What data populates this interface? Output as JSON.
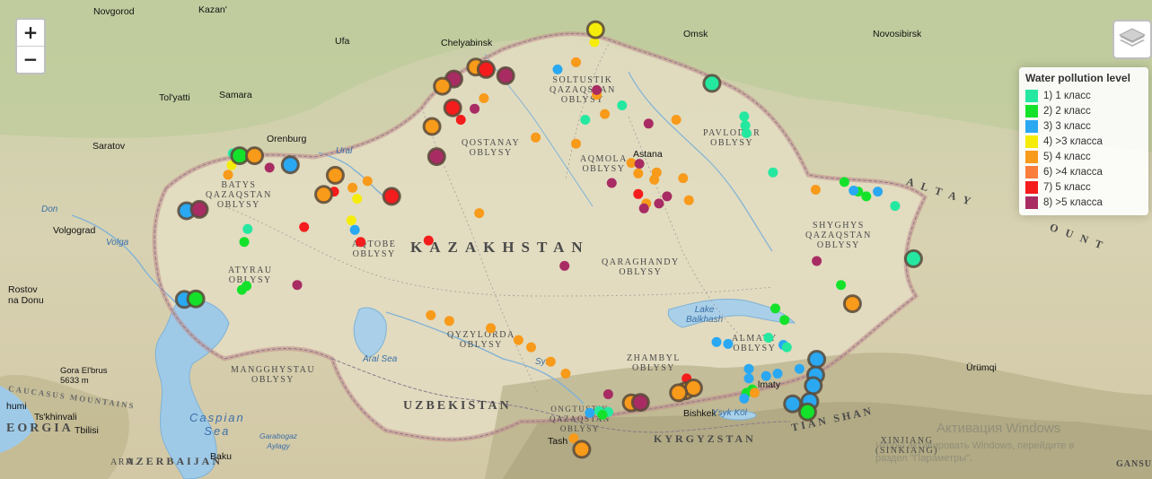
{
  "zoom": {
    "in_label": "+",
    "out_label": "−"
  },
  "legend": {
    "title": "Water pollution level",
    "items": [
      {
        "label": "1) 1 класс",
        "color": "#25e8a0"
      },
      {
        "label": "2) 2 класс",
        "color": "#14e22a"
      },
      {
        "label": "3) 3 класс",
        "color": "#2aa8f2"
      },
      {
        "label": "4) >3 класса",
        "color": "#f5ec0a"
      },
      {
        "label": "5) 4 класс",
        "color": "#f89a1a"
      },
      {
        "label": "6) >4 класса",
        "color": "#fa7d3c"
      },
      {
        "label": "7) 5 класс",
        "color": "#f41c1c"
      },
      {
        "label": "8) >5 класса",
        "color": "#a82c63"
      }
    ]
  },
  "labels": {
    "cities": {
      "novgorod": "Novgorod",
      "kazan": "Kazan'",
      "ufa": "Ufa",
      "chelyabinsk": "Chelyabinsk",
      "omsk": "Omsk",
      "novosibirsk": "Novosibirsk",
      "tolyatti": "Tol'yatti",
      "samara": "Samara",
      "saratov": "Saratov",
      "orenburg": "Orenburg",
      "volgograd": "Volgograd",
      "rostov": "Rostov\nna Donu",
      "astana": "Astana",
      "bishkek": "Bishkek",
      "urumqi": "Ürümqi",
      "tashkent": "Tash",
      "baku": "Baku",
      "tbilisi": "Tbilisi",
      "tskhinvali": "Ts'khinvali",
      "sukhumi": "humi",
      "elbrus": "Gora El'brus\n5633 m",
      "almaty": "lmaty"
    },
    "regions": {
      "soltustik": "SOLTUSTIK\nQAZAQSTAN\nOBLYSY",
      "qostanay": "QOSTANAY\nOBLYSY",
      "aqmola": "AQMOLA\nOBLYSY",
      "pavlodar": "PAVLODAR\nOBLYSY",
      "batys": "BATYS\nQAZAQSTAN\nOBLYSY",
      "aqtobe": "AQTOBE\nOBLYSY",
      "atyrau": "ATYRAU\nOBLYSY",
      "qaraghandy": "QARAGHANDY\nOBLYSY",
      "shyghys": "SHYGHYS\nQAZAQSTAN\nOBLYSY",
      "qyzylorda": "QYZYLORDA\nOBLYSY",
      "mangghystau": "MANGGHYSTAU\nOBLYSY",
      "zhambyl": "ZHAMBYL\nOBLYSY",
      "almaty": "ALMATY\nOBLYSY",
      "ongtustik": "ONGTUSTIK\nQAZAQSTAN\nOBLYSY",
      "xinjiang": "XINJIANG\n(SINKIANG)",
      "arm": "ARM."
    },
    "countries": {
      "kazakhstan": "KAZAKHSTAN",
      "uzbekistan": "UZBEKISTAN",
      "kyrgyzstan": "KYRGYZSTAN",
      "georgia": "EORGIA",
      "azerbaijan": "AZERBAIJAN",
      "tianshan": "TIAN SHAN",
      "altay": "A L T A Y",
      "mount": "O U N T",
      "gans": "GANSU",
      "caucasus": "CAUCASUS MOUNTAINS"
    },
    "water": {
      "caspian": "Caspian\nSea",
      "aral": "Aral Sea",
      "balkhash": "Lake\nBalkhash",
      "ysyk": "Ysyk Köl",
      "ural": "Ural",
      "volga": "Volga",
      "don": "Don",
      "syr": "Syr",
      "garabogaz": "Garabogaz\nAylagy"
    },
    "watermark": {
      "line1": "Активация Windows",
      "line2": "Чтобы активировать Windows, перейдите в\nраздел \"Параметры\"."
    }
  },
  "points": [
    {
      "cls": 4,
      "x": 0.517,
      "y": 0.062,
      "big": true
    },
    {
      "cls": 4,
      "x": 0.516,
      "y": 0.088
    },
    {
      "cls": 5,
      "x": 0.413,
      "y": 0.14,
      "big": true
    },
    {
      "cls": 7,
      "x": 0.422,
      "y": 0.145,
      "big": true
    },
    {
      "cls": 8,
      "x": 0.439,
      "y": 0.158,
      "big": true
    },
    {
      "cls": 8,
      "x": 0.394,
      "y": 0.165,
      "big": true
    },
    {
      "cls": 5,
      "x": 0.384,
      "y": 0.18,
      "big": true
    },
    {
      "cls": 7,
      "x": 0.393,
      "y": 0.225,
      "big": true
    },
    {
      "cls": 5,
      "x": 0.375,
      "y": 0.264,
      "big": true
    },
    {
      "cls": 8,
      "x": 0.379,
      "y": 0.327,
      "big": true
    },
    {
      "cls": 2,
      "x": 0.208,
      "y": 0.325,
      "big": true
    },
    {
      "cls": 5,
      "x": 0.221,
      "y": 0.325,
      "big": true
    },
    {
      "cls": 3,
      "x": 0.252,
      "y": 0.344,
      "big": true
    },
    {
      "cls": 5,
      "x": 0.291,
      "y": 0.366,
      "big": true
    },
    {
      "cls": 5,
      "x": 0.281,
      "y": 0.406,
      "big": true
    },
    {
      "cls": 7,
      "x": 0.34,
      "y": 0.41,
      "big": true
    },
    {
      "cls": 3,
      "x": 0.162,
      "y": 0.44,
      "big": true
    },
    {
      "cls": 8,
      "x": 0.173,
      "y": 0.437,
      "big": true
    },
    {
      "cls": 3,
      "x": 0.16,
      "y": 0.625,
      "big": true
    },
    {
      "cls": 2,
      "x": 0.17,
      "y": 0.624,
      "big": true
    },
    {
      "cls": 1,
      "x": 0.618,
      "y": 0.174,
      "big": true
    },
    {
      "cls": 1,
      "x": 0.793,
      "y": 0.54,
      "big": true
    },
    {
      "cls": 5,
      "x": 0.74,
      "y": 0.634,
      "big": true
    },
    {
      "cls": 3,
      "x": 0.709,
      "y": 0.75,
      "big": true
    },
    {
      "cls": 3,
      "x": 0.708,
      "y": 0.783,
      "big": true
    },
    {
      "cls": 3,
      "x": 0.706,
      "y": 0.805,
      "big": true
    },
    {
      "cls": 3,
      "x": 0.688,
      "y": 0.843,
      "big": true
    },
    {
      "cls": 3,
      "x": 0.703,
      "y": 0.838,
      "big": true
    },
    {
      "cls": 2,
      "x": 0.701,
      "y": 0.86,
      "big": true
    },
    {
      "cls": 5,
      "x": 0.595,
      "y": 0.816,
      "big": true
    },
    {
      "cls": 5,
      "x": 0.602,
      "y": 0.81,
      "big": true
    },
    {
      "cls": 5,
      "x": 0.589,
      "y": 0.82,
      "big": true
    },
    {
      "cls": 5,
      "x": 0.548,
      "y": 0.841,
      "big": true
    },
    {
      "cls": 8,
      "x": 0.556,
      "y": 0.84,
      "big": true
    },
    {
      "cls": 5,
      "x": 0.505,
      "y": 0.938,
      "big": true
    },
    {
      "cls": 3,
      "x": 0.484,
      "y": 0.145
    },
    {
      "cls": 5,
      "x": 0.5,
      "y": 0.13
    },
    {
      "cls": 5,
      "x": 0.518,
      "y": 0.198
    },
    {
      "cls": 8,
      "x": 0.518,
      "y": 0.188
    },
    {
      "cls": 1,
      "x": 0.54,
      "y": 0.22
    },
    {
      "cls": 1,
      "x": 0.508,
      "y": 0.25
    },
    {
      "cls": 5,
      "x": 0.525,
      "y": 0.238
    },
    {
      "cls": 8,
      "x": 0.563,
      "y": 0.258
    },
    {
      "cls": 5,
      "x": 0.587,
      "y": 0.25
    },
    {
      "cls": 5,
      "x": 0.42,
      "y": 0.205
    },
    {
      "cls": 8,
      "x": 0.412,
      "y": 0.227
    },
    {
      "cls": 7,
      "x": 0.4,
      "y": 0.25
    },
    {
      "cls": 5,
      "x": 0.465,
      "y": 0.287
    },
    {
      "cls": 5,
      "x": 0.5,
      "y": 0.3
    },
    {
      "cls": 5,
      "x": 0.548,
      "y": 0.34
    },
    {
      "cls": 8,
      "x": 0.555,
      "y": 0.342
    },
    {
      "cls": 5,
      "x": 0.57,
      "y": 0.36
    },
    {
      "cls": 5,
      "x": 0.554,
      "y": 0.362
    },
    {
      "cls": 5,
      "x": 0.568,
      "y": 0.375
    },
    {
      "cls": 5,
      "x": 0.593,
      "y": 0.372
    },
    {
      "cls": 8,
      "x": 0.531,
      "y": 0.382
    },
    {
      "cls": 7,
      "x": 0.554,
      "y": 0.405
    },
    {
      "cls": 5,
      "x": 0.561,
      "y": 0.425
    },
    {
      "cls": 8,
      "x": 0.572,
      "y": 0.425
    },
    {
      "cls": 8,
      "x": 0.579,
      "y": 0.41
    },
    {
      "cls": 8,
      "x": 0.559,
      "y": 0.435
    },
    {
      "cls": 5,
      "x": 0.598,
      "y": 0.418
    },
    {
      "cls": 5,
      "x": 0.416,
      "y": 0.445
    },
    {
      "cls": 8,
      "x": 0.49,
      "y": 0.555
    },
    {
      "cls": 7,
      "x": 0.372,
      "y": 0.502
    },
    {
      "cls": 1,
      "x": 0.646,
      "y": 0.243
    },
    {
      "cls": 1,
      "x": 0.647,
      "y": 0.262
    },
    {
      "cls": 1,
      "x": 0.648,
      "y": 0.278
    },
    {
      "cls": 1,
      "x": 0.671,
      "y": 0.36
    },
    {
      "cls": 2,
      "x": 0.733,
      "y": 0.38
    },
    {
      "cls": 2,
      "x": 0.745,
      "y": 0.4
    },
    {
      "cls": 2,
      "x": 0.752,
      "y": 0.41
    },
    {
      "cls": 3,
      "x": 0.762,
      "y": 0.4
    },
    {
      "cls": 3,
      "x": 0.741,
      "y": 0.398
    },
    {
      "cls": 1,
      "x": 0.777,
      "y": 0.43
    },
    {
      "cls": 5,
      "x": 0.708,
      "y": 0.396
    },
    {
      "cls": 8,
      "x": 0.709,
      "y": 0.545
    },
    {
      "cls": 2,
      "x": 0.73,
      "y": 0.595
    },
    {
      "cls": 2,
      "x": 0.673,
      "y": 0.644
    },
    {
      "cls": 2,
      "x": 0.681,
      "y": 0.668
    },
    {
      "cls": 3,
      "x": 0.622,
      "y": 0.714
    },
    {
      "cls": 3,
      "x": 0.632,
      "y": 0.718
    },
    {
      "cls": 1,
      "x": 0.667,
      "y": 0.705
    },
    {
      "cls": 3,
      "x": 0.68,
      "y": 0.72
    },
    {
      "cls": 1,
      "x": 0.683,
      "y": 0.725
    },
    {
      "cls": 3,
      "x": 0.65,
      "y": 0.77
    },
    {
      "cls": 3,
      "x": 0.65,
      "y": 0.79
    },
    {
      "cls": 3,
      "x": 0.665,
      "y": 0.785
    },
    {
      "cls": 3,
      "x": 0.675,
      "y": 0.78
    },
    {
      "cls": 3,
      "x": 0.694,
      "y": 0.77
    },
    {
      "cls": 2,
      "x": 0.653,
      "y": 0.813
    },
    {
      "cls": 2,
      "x": 0.648,
      "y": 0.82
    },
    {
      "cls": 3,
      "x": 0.646,
      "y": 0.832
    },
    {
      "cls": 5,
      "x": 0.655,
      "y": 0.82
    },
    {
      "cls": 7,
      "x": 0.596,
      "y": 0.79
    },
    {
      "cls": 8,
      "x": 0.528,
      "y": 0.823
    },
    {
      "cls": 1,
      "x": 0.215,
      "y": 0.478
    },
    {
      "cls": 2,
      "x": 0.212,
      "y": 0.505
    },
    {
      "cls": 2,
      "x": 0.214,
      "y": 0.597
    },
    {
      "cls": 2,
      "x": 0.21,
      "y": 0.605
    },
    {
      "cls": 1,
      "x": 0.202,
      "y": 0.32
    },
    {
      "cls": 4,
      "x": 0.201,
      "y": 0.345
    },
    {
      "cls": 5,
      "x": 0.198,
      "y": 0.365
    },
    {
      "cls": 8,
      "x": 0.234,
      "y": 0.35
    },
    {
      "cls": 5,
      "x": 0.319,
      "y": 0.378
    },
    {
      "cls": 5,
      "x": 0.306,
      "y": 0.392
    },
    {
      "cls": 7,
      "x": 0.29,
      "y": 0.4
    },
    {
      "cls": 4,
      "x": 0.31,
      "y": 0.415
    },
    {
      "cls": 4,
      "x": 0.305,
      "y": 0.46
    },
    {
      "cls": 3,
      "x": 0.308,
      "y": 0.48
    },
    {
      "cls": 7,
      "x": 0.313,
      "y": 0.505
    },
    {
      "cls": 7,
      "x": 0.264,
      "y": 0.474
    },
    {
      "cls": 8,
      "x": 0.258,
      "y": 0.595
    },
    {
      "cls": 5,
      "x": 0.374,
      "y": 0.658
    },
    {
      "cls": 5,
      "x": 0.39,
      "y": 0.67
    },
    {
      "cls": 5,
      "x": 0.426,
      "y": 0.685
    },
    {
      "cls": 5,
      "x": 0.45,
      "y": 0.71
    },
    {
      "cls": 5,
      "x": 0.461,
      "y": 0.725
    },
    {
      "cls": 5,
      "x": 0.478,
      "y": 0.755
    },
    {
      "cls": 5,
      "x": 0.491,
      "y": 0.78
    },
    {
      "cls": 3,
      "x": 0.512,
      "y": 0.862
    },
    {
      "cls": 1,
      "x": 0.52,
      "y": 0.858
    },
    {
      "cls": 1,
      "x": 0.528,
      "y": 0.86
    },
    {
      "cls": 2,
      "x": 0.523,
      "y": 0.866
    },
    {
      "cls": 5,
      "x": 0.498,
      "y": 0.915
    }
  ]
}
